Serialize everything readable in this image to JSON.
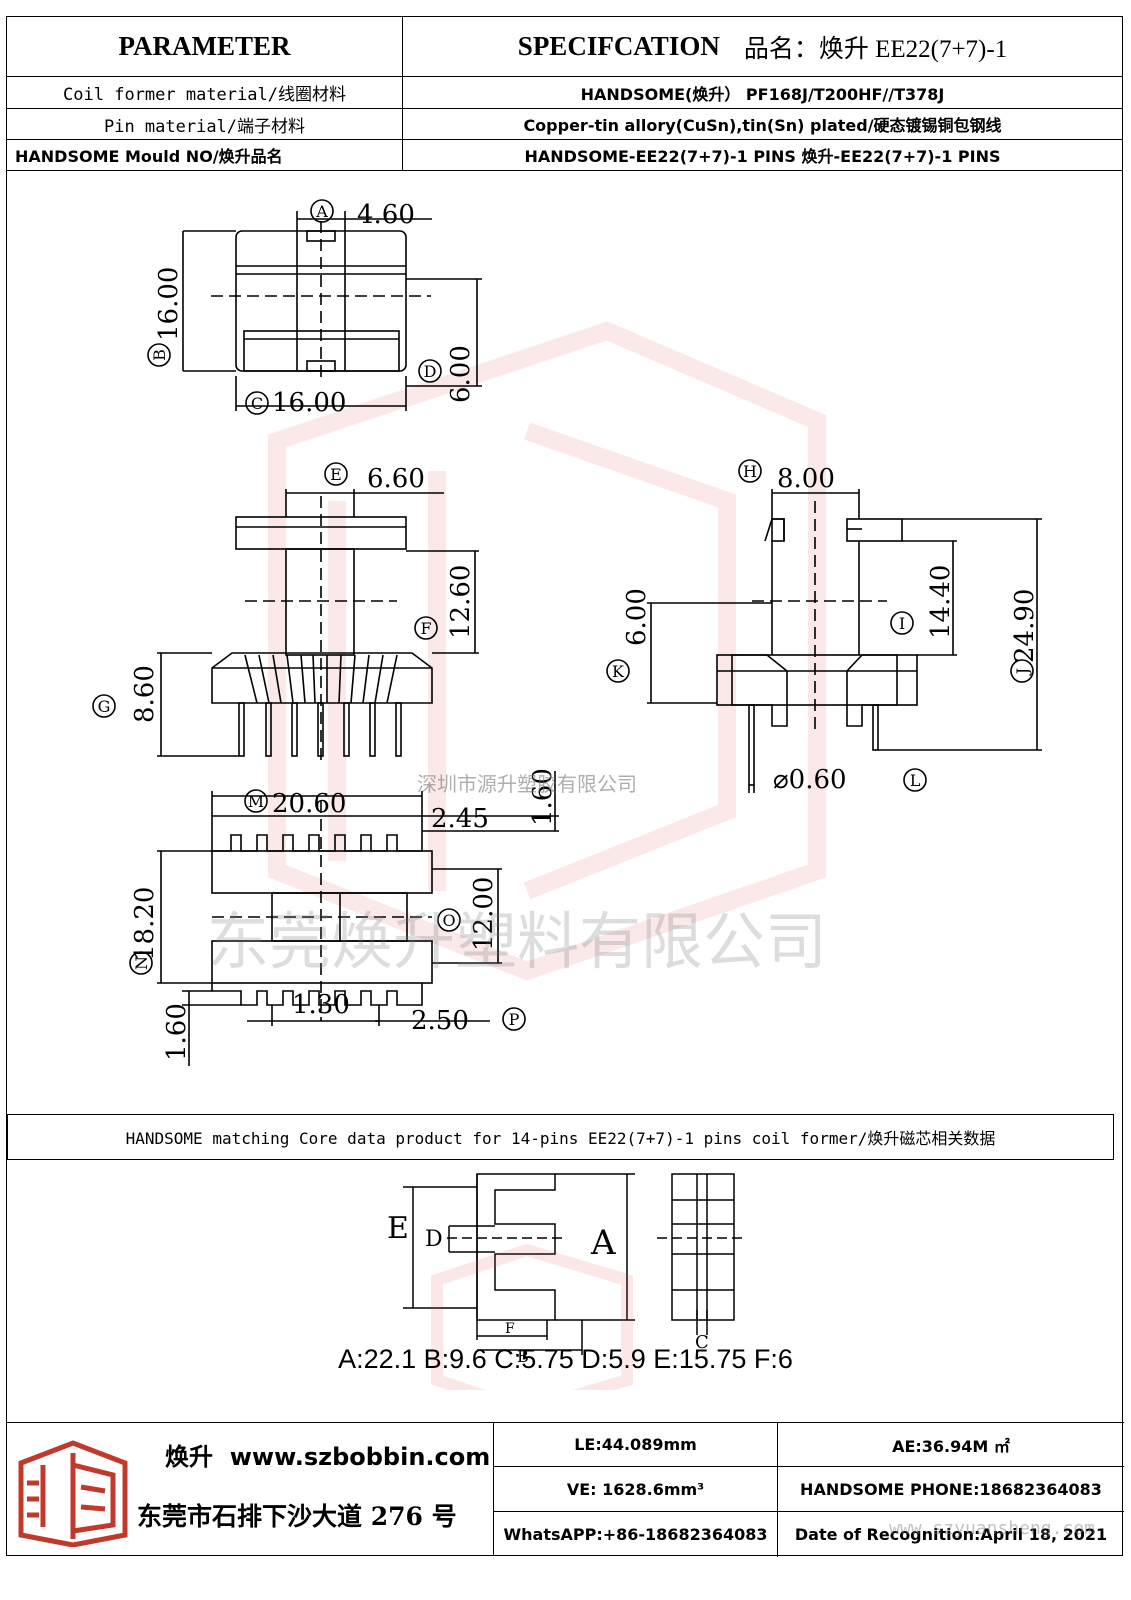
{
  "header": {
    "parameter": "PARAMETER",
    "specification": "SPECIFCATION",
    "product_name": "品名：焕升 EE22(7+7)-1"
  },
  "rows": [
    {
      "label": "Coil former material/线圈材料",
      "value": "HANDSOME(焕升）  PF168J/T200HF//T378J"
    },
    {
      "label": "Pin material/端子材料",
      "value": "Copper-tin allory(CuSn),tin(Sn) plated/硬态镀锡铜包钢线"
    },
    {
      "label": "HANDSOME Mould NO/焕升品名",
      "value": "HANDSOME-EE22(7+7)-1 PINS   焕升-EE22(7+7)-1 PINS"
    }
  ],
  "dims": {
    "A": "4.60",
    "B": "16.00",
    "C": "16.00",
    "D": "6.00",
    "E": "6.60",
    "F": "12.60",
    "G": "8.60",
    "H": "8.00",
    "I": "14.40",
    "J": "24.90",
    "K": "6.00",
    "L": "⌀0.60",
    "M": "20.60",
    "N": "18.20",
    "O": "12.00",
    "P": "2.50",
    "m1": "2.45",
    "m2": "1.60",
    "m3": "1.30",
    "m4": "1.60"
  },
  "letters": {
    "A": "A",
    "B": "B",
    "C": "C",
    "D": "D",
    "E": "E",
    "F": "F",
    "G": "G",
    "H": "H",
    "I": "I",
    "J": "J",
    "K": "K",
    "L": "L",
    "M": "M",
    "N": "N",
    "O": "O",
    "P": "P"
  },
  "watermarks": {
    "small": "深圳市源升塑胶有限公司",
    "large": "东莞焕升塑料有限公司",
    "url": "www.szyuansheng.com"
  },
  "core_section": {
    "title": "HANDSOME matching Core data  product for 14-pins EE22(7+7)-1 pins coil former/焕升磁芯相关数据",
    "labels": {
      "E": "E",
      "D": "D",
      "A": "A",
      "F": "F",
      "B": "B",
      "C": "C"
    },
    "values": "A:22.1 B:9.6 C:5.75 D:5.9 E:15.75 F:6"
  },
  "footer": {
    "brand": "焕升",
    "website": "www.szbobbin.com",
    "address": "东莞市石排下沙大道 276 号",
    "le": "LE:44.089mm",
    "ae": "AE:36.94M ㎡",
    "ve": "VE: 1628.6mm³",
    "phone": "HANDSOME PHONE:18682364083",
    "whatsapp": "WhatsAPP:+86-18682364083",
    "date": "Date of Recognition:April 18, 2021"
  },
  "colors": {
    "line": "#000000",
    "watermark": "#d9534f"
  }
}
